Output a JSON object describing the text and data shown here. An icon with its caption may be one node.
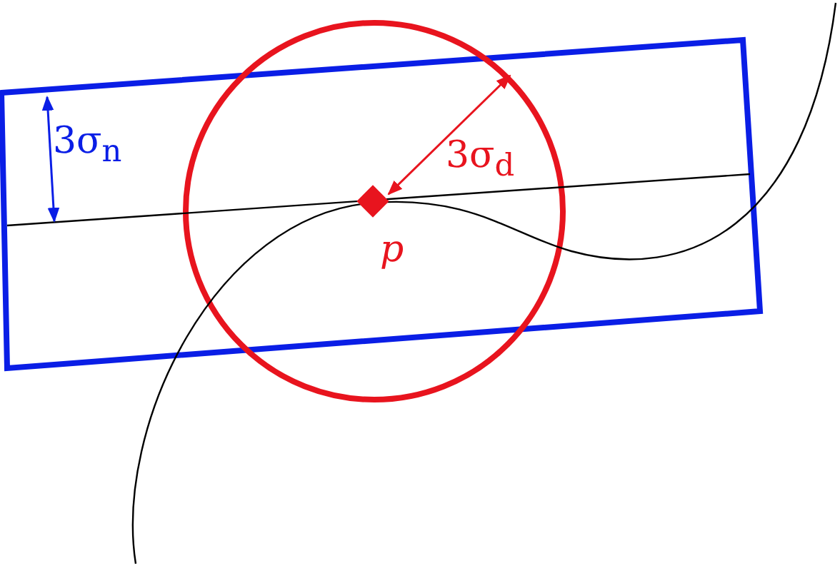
{
  "diagram": {
    "labels": [
      "3σ$_{n}$",
      "3σ$_{d}$",
      "p"
    ]
  }
}
